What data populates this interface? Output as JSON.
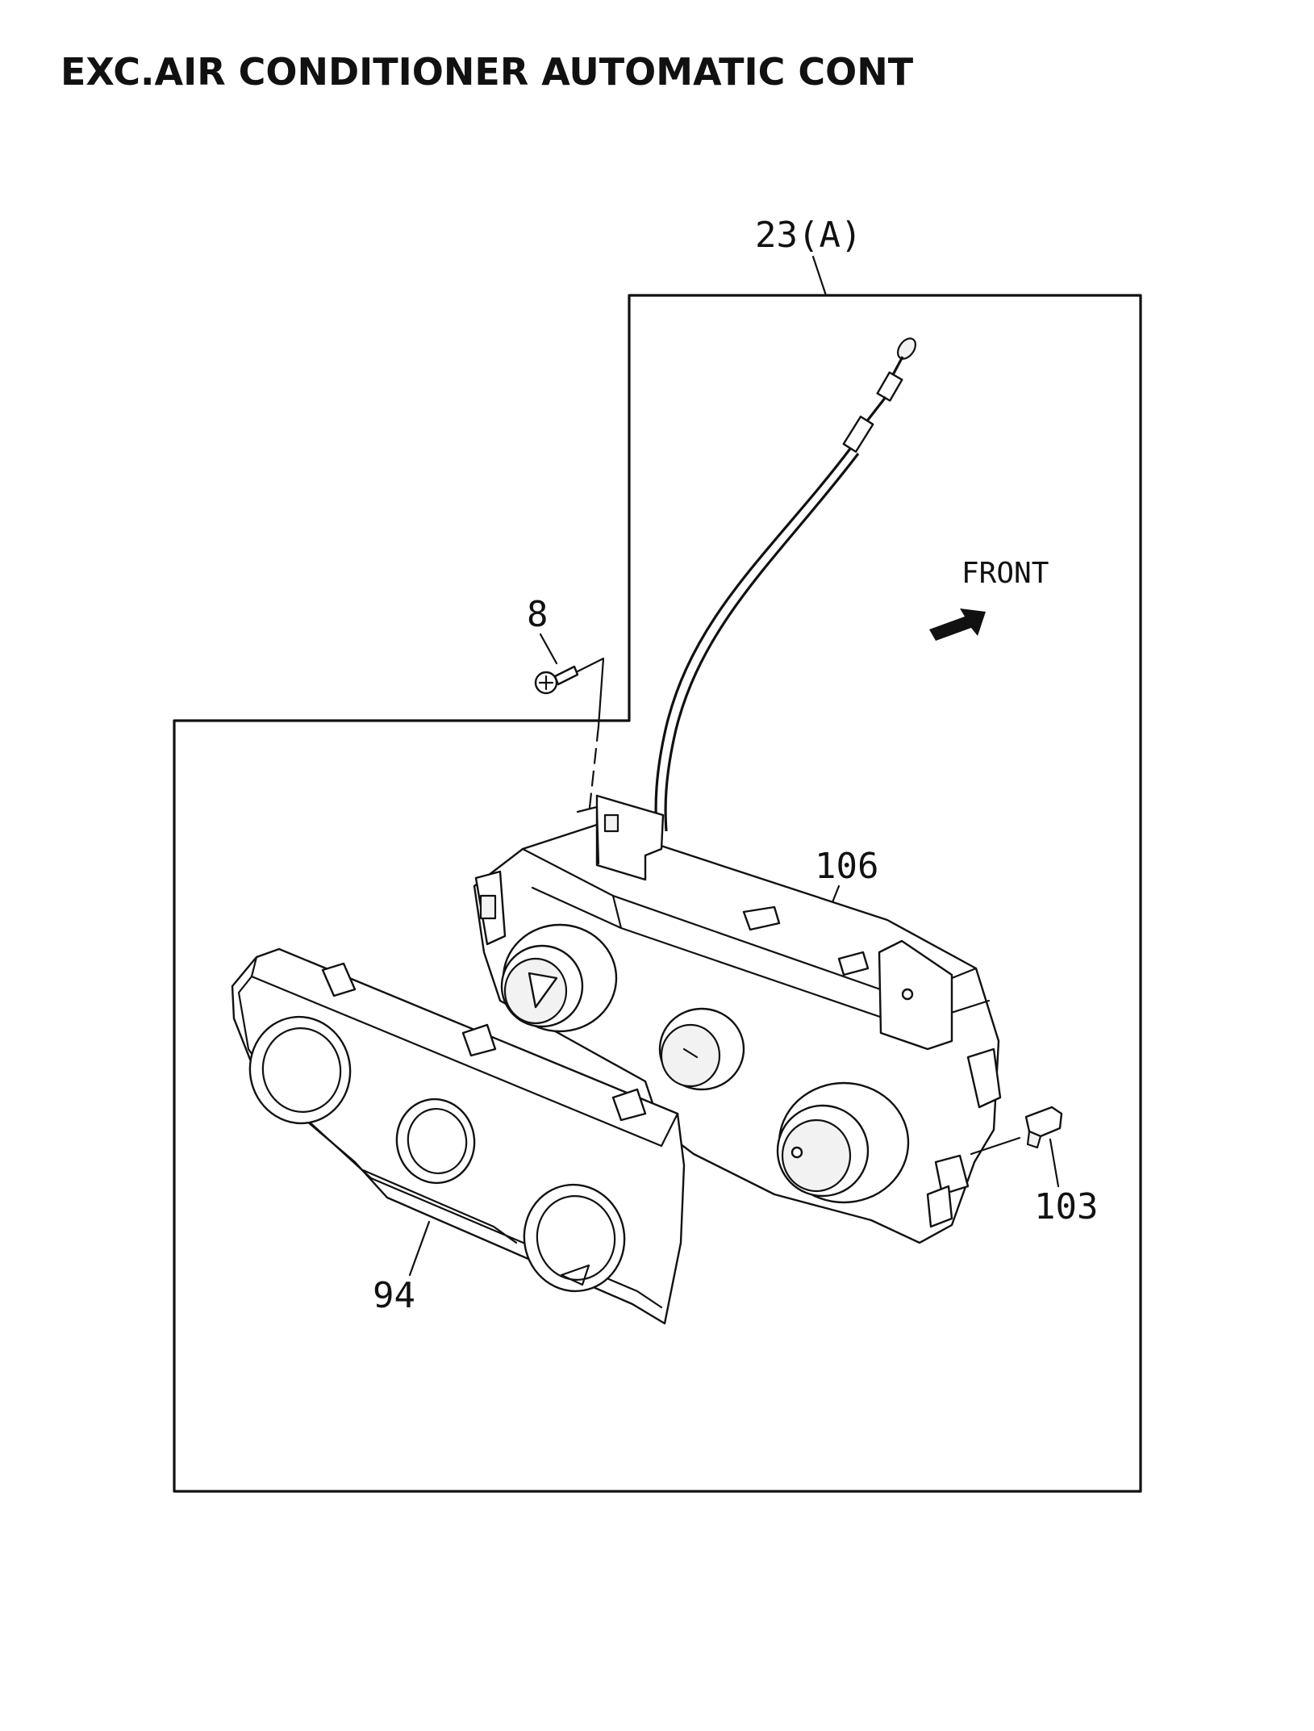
{
  "title": "EXC.AIR CONDITIONER AUTOMATIC CONT",
  "direction_label": "FRONT",
  "callouts": {
    "assembly": "23(A)",
    "screw": "8",
    "control_unit": "106",
    "bezel": "94",
    "clip": "103"
  }
}
